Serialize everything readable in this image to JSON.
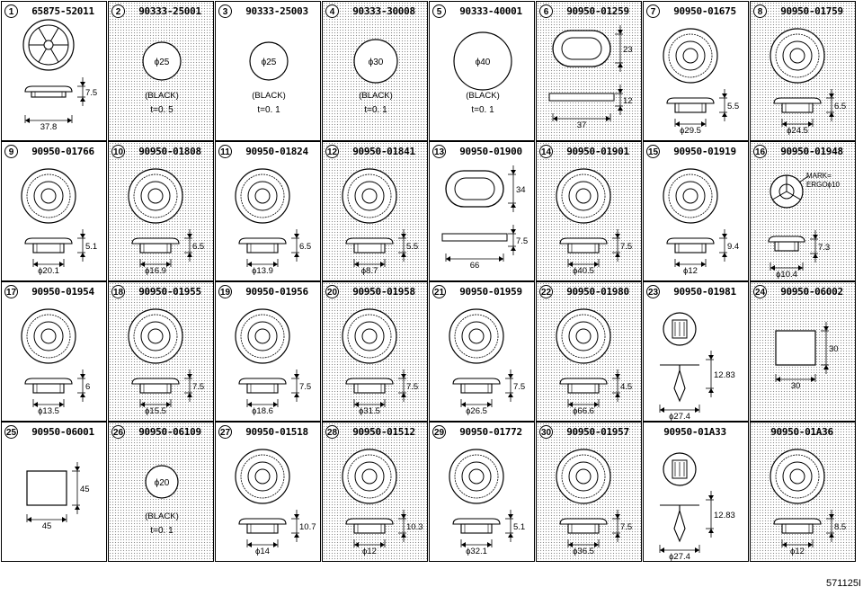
{
  "cells": [
    {
      "n": "1",
      "pn": "65875-52011",
      "kind": "fan",
      "dims": {
        "d": "37.8",
        "h": "7.5"
      }
    },
    {
      "n": "2",
      "pn": "90333-25001",
      "kind": "disc",
      "dims": {
        "dia": "ϕ25",
        "note": "(BLACK)",
        "t": "t=0. 5"
      }
    },
    {
      "n": "3",
      "pn": "90333-25003",
      "kind": "disc",
      "dims": {
        "dia": "ϕ25",
        "note": "(BLACK)",
        "t": "t=0. 1"
      }
    },
    {
      "n": "4",
      "pn": "90333-30008",
      "kind": "disc",
      "dims": {
        "dia": "ϕ30",
        "note": "(BLACK)",
        "t": "t=0. 1"
      }
    },
    {
      "n": "5",
      "pn": "90333-40001",
      "kind": "disc",
      "dims": {
        "dia": "ϕ40",
        "note": "(BLACK)",
        "t": "t=0. 1"
      }
    },
    {
      "n": "6",
      "pn": "90950-01259",
      "kind": "oval",
      "dims": {
        "d": "37",
        "h": "12",
        "w": "23"
      }
    },
    {
      "n": "7",
      "pn": "90950-01675",
      "kind": "grom",
      "dims": {
        "d": "ϕ29.5",
        "h": "5.5"
      }
    },
    {
      "n": "8",
      "pn": "90950-01759",
      "kind": "grom",
      "dims": {
        "d": "ϕ24.5",
        "h": "6.5"
      }
    },
    {
      "n": "9",
      "pn": "90950-01766",
      "kind": "grom",
      "dims": {
        "d": "ϕ20.1",
        "h": "5.1"
      }
    },
    {
      "n": "10",
      "pn": "90950-01808",
      "kind": "grom",
      "dims": {
        "d": "ϕ16.9",
        "h": "6.5"
      }
    },
    {
      "n": "11",
      "pn": "90950-01824",
      "kind": "grom",
      "dims": {
        "d": "ϕ13.9",
        "h": "6.5"
      }
    },
    {
      "n": "12",
      "pn": "90950-01841",
      "kind": "grom",
      "dims": {
        "d": "ϕ8.7",
        "h": "5.5"
      }
    },
    {
      "n": "13",
      "pn": "90950-01900",
      "kind": "oval",
      "dims": {
        "d": "66",
        "h": "7.5",
        "w": "34"
      }
    },
    {
      "n": "14",
      "pn": "90950-01901",
      "kind": "grom",
      "dims": {
        "d": "ϕ40.5",
        "h": "7.5"
      }
    },
    {
      "n": "15",
      "pn": "90950-01919",
      "kind": "grom",
      "dims": {
        "d": "ϕ12",
        "h": "9.4"
      }
    },
    {
      "n": "16",
      "pn": "90950-01948",
      "kind": "mark",
      "dims": {
        "d": "ϕ10.4",
        "h": "7.3",
        "mark1": "MARK=",
        "mark2": "ERGOϕ10"
      }
    },
    {
      "n": "17",
      "pn": "90950-01954",
      "kind": "grom",
      "dims": {
        "d": "ϕ13.5",
        "h": "6"
      }
    },
    {
      "n": "18",
      "pn": "90950-01955",
      "kind": "grom",
      "dims": {
        "d": "ϕ15.5",
        "h": "7.5"
      }
    },
    {
      "n": "19",
      "pn": "90950-01956",
      "kind": "grom",
      "dims": {
        "d": "ϕ18.6",
        "h": "7.5"
      }
    },
    {
      "n": "20",
      "pn": "90950-01958",
      "kind": "grom",
      "dims": {
        "d": "ϕ31.5",
        "h": "7.5"
      }
    },
    {
      "n": "21",
      "pn": "90950-01959",
      "kind": "grom",
      "dims": {
        "d": "ϕ26.5",
        "h": "7.5"
      }
    },
    {
      "n": "22",
      "pn": "90950-01980",
      "kind": "grom",
      "dims": {
        "d": "ϕ66.6",
        "h": "4.5"
      }
    },
    {
      "n": "23",
      "pn": "90950-01981",
      "kind": "clip",
      "dims": {
        "d": "ϕ27.4",
        "h": "12.83"
      }
    },
    {
      "n": "24",
      "pn": "90950-06002",
      "kind": "square",
      "dims": {
        "d": "30",
        "h": "30"
      }
    },
    {
      "n": "25",
      "pn": "90950-06001",
      "kind": "square",
      "dims": {
        "d": "45",
        "h": "45"
      }
    },
    {
      "n": "26",
      "pn": "90950-06109",
      "kind": "disc",
      "dims": {
        "dia": "ϕ20",
        "note": "(BLACK)",
        "t": "t=0. 1"
      }
    },
    {
      "n": "27",
      "pn": "90950-01518",
      "kind": "grom",
      "dims": {
        "d": "ϕ14",
        "h": "10.7"
      }
    },
    {
      "n": "28",
      "pn": "90950-01512",
      "kind": "grom",
      "dims": {
        "d": "ϕ12",
        "h": "10.3"
      }
    },
    {
      "n": "29",
      "pn": "90950-01772",
      "kind": "grom",
      "dims": {
        "d": "ϕ32.1",
        "h": "5.1"
      }
    },
    {
      "n": "30",
      "pn": "90950-01957",
      "kind": "grom",
      "dims": {
        "d": "ϕ36.5",
        "h": "7.5"
      }
    },
    {
      "n": "",
      "pn": "90950-01A33",
      "kind": "clip",
      "dims": {
        "d": "ϕ27.4",
        "h": "12.83"
      }
    },
    {
      "n": "",
      "pn": "90950-01A36",
      "kind": "grom",
      "dims": {
        "d": "ϕ12",
        "h": "8.5"
      }
    }
  ],
  "reference": "571125I"
}
